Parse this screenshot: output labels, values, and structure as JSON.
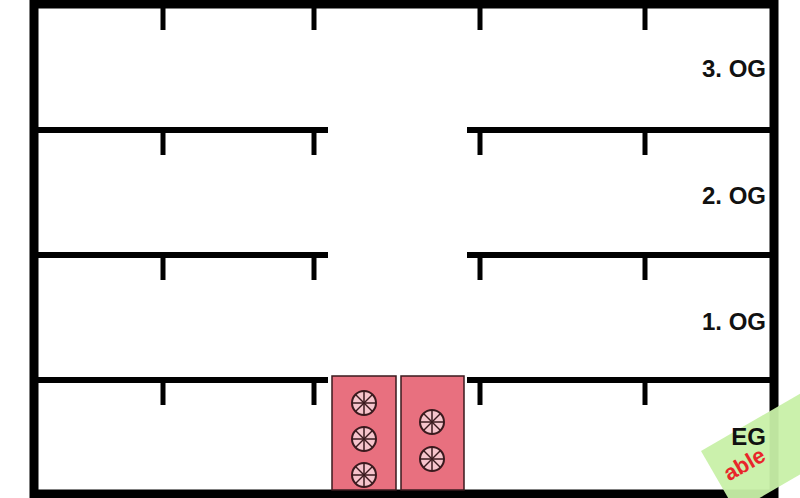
{
  "diagram": {
    "labels": [
      "3. OG",
      "2. OG",
      "1. OG",
      "EG",
      "able"
    ]
  }
}
